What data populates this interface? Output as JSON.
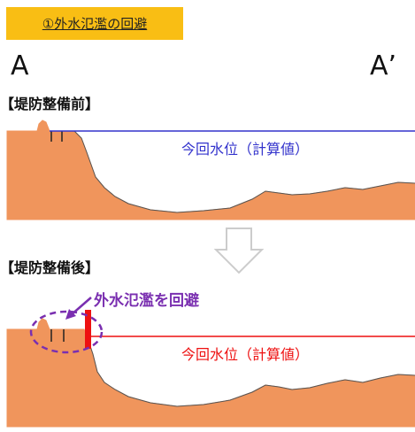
{
  "title": "①外水氾濫の回避",
  "point_a": "A",
  "point_a_prime": "A’",
  "before": {
    "label": "【堤防整備前】",
    "water_level_label": "今回水位（計算値）"
  },
  "after": {
    "label": "【堤防整備後】",
    "water_level_label": "今回水位（計算値）",
    "annotation": "外水氾濫を回避"
  },
  "colors": {
    "title_bg": "#f9be14",
    "ground": "#f0955c",
    "before_water_line": "#3333cc",
    "after_water_line": "#ee1111",
    "annotation": "#7a2fb0",
    "levee": "#ee1111"
  }
}
